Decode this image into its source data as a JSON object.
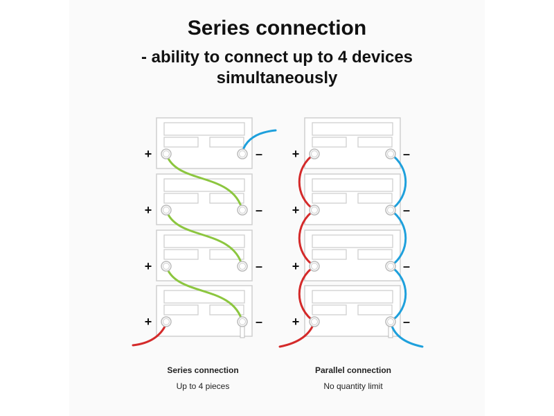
{
  "header": {
    "title": "Series connection",
    "subtitle_line1": "- ability to connect up to 4 devices",
    "subtitle_line2": "simultaneously"
  },
  "symbols": {
    "plus": "+",
    "minus": "–"
  },
  "series": {
    "caption_title": "Series connection",
    "caption_text": "Up to 4 pieces",
    "battery_count": 4
  },
  "parallel": {
    "caption_title": "Parallel connection",
    "caption_text": "No quantity limit",
    "battery_count": 4
  },
  "colors": {
    "positive": "#d42a2a",
    "negative": "#1ea0dc",
    "link": "#8cc63f",
    "battery_outline": "#cfcfcf",
    "background": "#fafafa"
  }
}
